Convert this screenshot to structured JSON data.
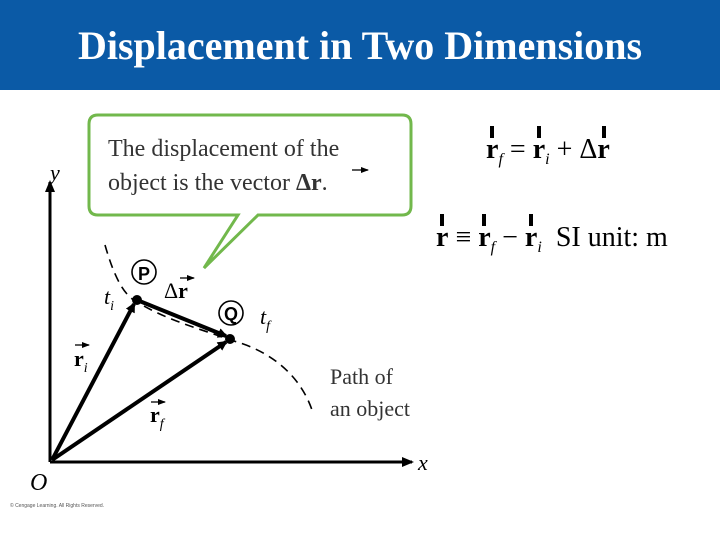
{
  "slide": {
    "title": "Displacement in Two Dimensions"
  },
  "equations": {
    "eq1": {
      "lhs": "r",
      "lhs_sub": "f",
      "op": "=",
      "term1": "r",
      "term1_sub": "i",
      "plus": "+ Δ",
      "term2": "r"
    },
    "eq2": {
      "lhs": "r",
      "op": "≡",
      "term1": "r",
      "term1_sub": "f",
      "minus": "−",
      "term2": "r",
      "term2_sub": "i",
      "unit": "SI unit: m"
    }
  },
  "diagram": {
    "callout": {
      "line1": "The displacement of the",
      "line2_prefix": "object is the vector ",
      "line2_vector": "Δr",
      "line2_suffix": "."
    },
    "axis_labels": {
      "y": "y",
      "x": "x",
      "origin": "O"
    },
    "points": {
      "p": "P",
      "q": "Q"
    },
    "time_labels": {
      "ti": "t",
      "ti_sub": "i",
      "tf": "t",
      "tf_sub": "f"
    },
    "vector_labels": {
      "ri": "r",
      "ri_sub": "i",
      "rf": "r",
      "rf_sub": "f",
      "dr_delta": "Δ",
      "dr": "r"
    },
    "path_label": {
      "line1": "Path of",
      "line2": "an object"
    },
    "copyright": "© Cengage Learning. All Rights Reserved."
  },
  "colors": {
    "title_bar": "#0b5aa6",
    "callout_border": "#72b84c",
    "ink": "#000000"
  }
}
